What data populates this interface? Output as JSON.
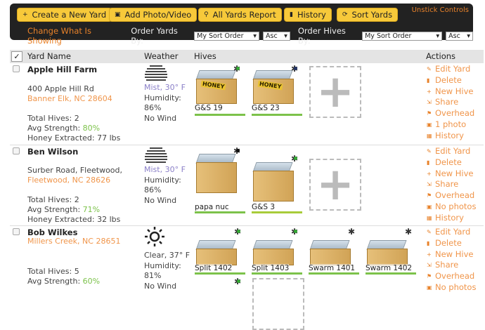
{
  "toolbar": {
    "buttons": [
      {
        "label": "Create a New Yard",
        "icon": "plus-icon"
      },
      {
        "label": "Add Photo/Video",
        "icon": "image-icon"
      },
      {
        "label": "All Yards Report",
        "icon": "search-icon"
      },
      {
        "label": "History",
        "icon": "book-icon"
      },
      {
        "label": "Sort Yards",
        "icon": "sort-icon"
      }
    ],
    "unstick": "Unstick Controls",
    "change": "Change What Is Showing",
    "order_yards_label": "Order Yards By:",
    "order_yards_value": "My Sort Order",
    "order_yards_dir": "Asc",
    "order_hives_label": "Order Hives By:",
    "order_hives_value": "My Sort Order",
    "order_hives_dir": "Asc"
  },
  "table": {
    "headers": {
      "check": "✓",
      "name": "Yard Name",
      "weather": "Weather",
      "hives": "Hives",
      "actions": "Actions"
    }
  },
  "yards": [
    {
      "name": "Apple Hill Farm",
      "street": "400 Apple Hill Rd",
      "city": "Banner Elk",
      "state_zip": "NC 28604",
      "total": "Total Hives: 2",
      "strength_label": "Avg Strength: ",
      "strength": "80%",
      "honey": "Honey Extracted: 77 lbs",
      "weather": {
        "icon": "mist-icon",
        "cond": "Mist, 30° F",
        "hum_label": "Humidity:",
        "hum": "86%",
        "wind": "No Wind"
      },
      "hives": [
        {
          "name": "G&S 19",
          "badge": "HONEY",
          "strength": "#7cc24a"
        },
        {
          "name": "G&S 23",
          "badge": "HONEY",
          "strength": "#7cc24a"
        }
      ],
      "actions": [
        "Edit Yard",
        "Delete",
        "New Hive",
        "Share",
        "Overhead",
        "1 photo",
        "History"
      ]
    },
    {
      "name": "Ben Wilson",
      "street": "Surber Road, Fleetwood,",
      "city": "Fleetwood",
      "state_zip": "NC 28626",
      "total": "Total Hives: 2",
      "strength_label": "Avg Strength: ",
      "strength": "71%",
      "honey": "Honey Extracted: 32 lbs",
      "weather": {
        "icon": "mist-icon",
        "cond": "Mist, 30° F",
        "hum_label": "Humidity:",
        "hum": "86%",
        "wind": "No Wind"
      },
      "hives": [
        {
          "name": "papa nuc",
          "strength": "#7cc24a"
        },
        {
          "name": "G&S 3",
          "strength": "#a8cc3a"
        }
      ],
      "actions": [
        "Edit Yard",
        "Delete",
        "New Hive",
        "Share",
        "Overhead",
        "No photos",
        "History"
      ]
    },
    {
      "name": "Bob Wilkes",
      "city": "Millers Creek",
      "state_zip": "NC 28651",
      "total": "Total Hives: 5",
      "strength_label": "Avg Strength: ",
      "strength": "60%",
      "weather": {
        "icon": "sun-icon",
        "cond": "Clear, 37° F",
        "hum_label": "Humidity:",
        "hum": "81%",
        "wind": "No Wind"
      },
      "hives": [
        {
          "name": "Split 1402"
        },
        {
          "name": "Split 1403"
        },
        {
          "name": "Swarm 1401"
        },
        {
          "name": "Swarm 1402"
        }
      ],
      "actions": [
        "Edit Yard",
        "Delete",
        "New Hive",
        "Share",
        "Overhead",
        "No photos"
      ]
    }
  ]
}
